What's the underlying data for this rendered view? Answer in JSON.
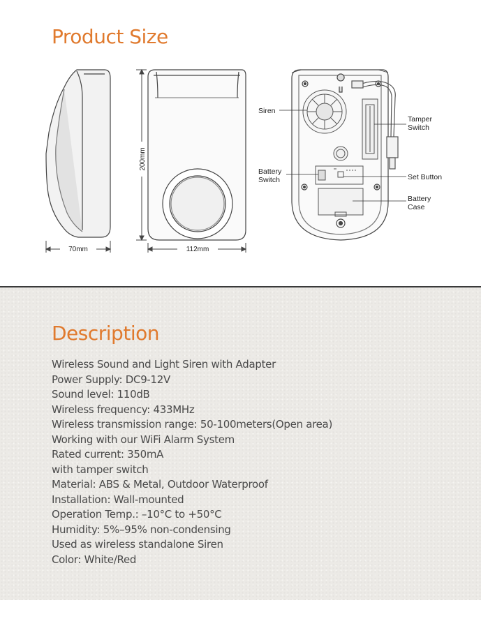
{
  "sections": {
    "product_size_title": "Product Size",
    "description_title": "Description"
  },
  "diagram": {
    "dimensions": {
      "depth": "70mm",
      "height": "200mm",
      "width": "112mm"
    },
    "callouts": {
      "siren": "Siren",
      "battery_switch_line1": "Battery",
      "battery_switch_line2": "Switch",
      "tamper_switch_line1": "Tamper",
      "tamper_switch_line2": "Switch",
      "set_button": "Set Button",
      "battery_case_line1": "Battery",
      "battery_case_line2": "Case"
    }
  },
  "description": {
    "items": [
      "Wireless Sound and Light Siren with Adapter",
      "Power Supply: DC9-12V",
      "Sound level: 110dB",
      "Wireless frequency: 433MHz",
      "Wireless transmission range: 50-100meters(Open area)",
      "Working with our WiFi Alarm System",
      "Rated current: 350mA",
      "with tamper switch",
      "Material: ABS & Metal, Outdoor Waterproof",
      "Installation: Wall-mounted",
      "Operation Temp.: –10°C to +50°C",
      "Humidity: 5%–95% non-condensing",
      "Used as wireless standalone Siren",
      "Color: White/Red"
    ]
  },
  "colors": {
    "accent": "#e07a2e",
    "body_text": "#4a4a4a",
    "panel_bg": "#eceae6"
  }
}
